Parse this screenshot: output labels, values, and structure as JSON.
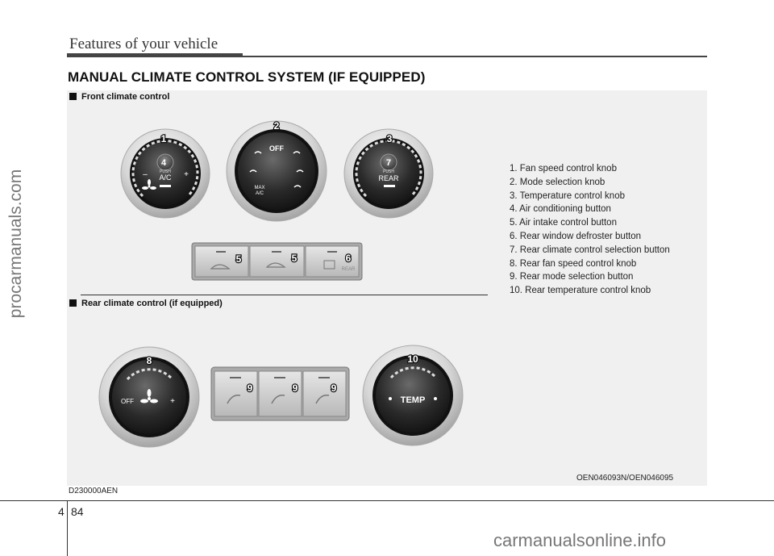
{
  "header": {
    "title": "Features of your vehicle"
  },
  "section": {
    "title": "MANUAL CLIMATE CONTROL SYSTEM (IF EQUIPPED)"
  },
  "front": {
    "label": "Front climate control",
    "knob1": {
      "number": "1",
      "inner_number": "4",
      "push": "PUSH",
      "label": "A/C",
      "minus": "–",
      "plus": "+"
    },
    "knob2": {
      "number": "2",
      "off": "OFF",
      "max": "MAX",
      "ac": "A/C"
    },
    "knob3": {
      "number": "3",
      "inner_number": "7",
      "push": "PUSH",
      "label": "REAR"
    },
    "buttons": [
      {
        "number": "5"
      },
      {
        "number": "5"
      },
      {
        "number": "6",
        "text": "REAR"
      }
    ]
  },
  "rear": {
    "label": "Rear climate control (if equipped)",
    "knob8": {
      "number": "8",
      "off": "OFF",
      "plus": "+"
    },
    "buttons": [
      {
        "number": "9"
      },
      {
        "number": "9"
      },
      {
        "number": "9"
      }
    ],
    "knob10": {
      "number": "10",
      "label": "TEMP"
    }
  },
  "legend": [
    "1. Fan speed control knob",
    "2. Mode selection knob",
    "3. Temperature control knob",
    "4. Air conditioning button",
    "5. Air intake control button",
    "6. Rear window defroster button",
    "7. Rear climate control selection button",
    "8. Rear fan speed control knob",
    "9. Rear mode selection button",
    "10. Rear temperature control knob"
  ],
  "codes": {
    "image": "OEN046093N/OEN046095",
    "doc": "D230000AEN"
  },
  "page": {
    "chapter": "4",
    "number": "84"
  },
  "watermarks": {
    "side": "procarmanuals.com",
    "footer": "carmanualsonline.info"
  }
}
